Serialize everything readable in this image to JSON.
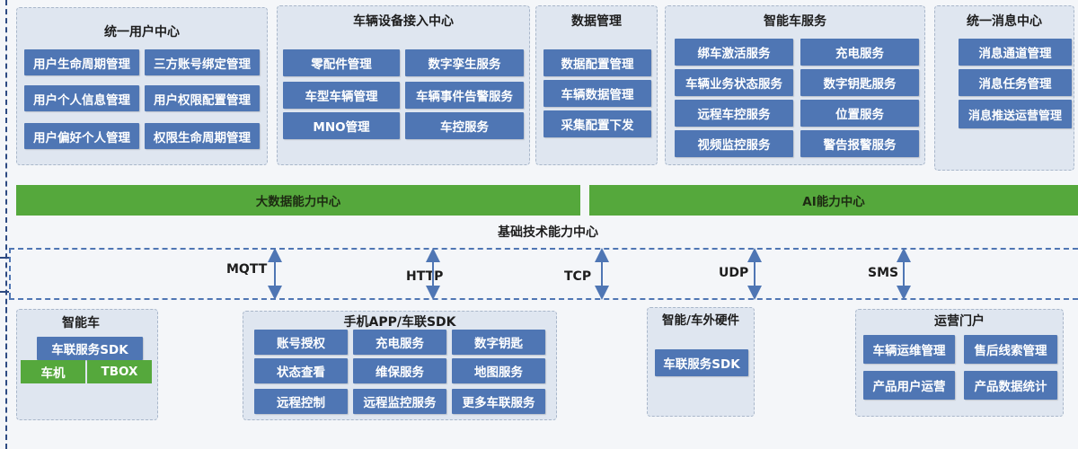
{
  "user_center": {
    "title": "统一用户中心",
    "items": [
      "用户生命周期管理",
      "三方账号绑定管理",
      "用户个人信息管理",
      "用户权限配置管理",
      "用户偏好个人管理",
      "权限生命周期管理"
    ]
  },
  "device_center": {
    "title": "车辆设备接入中心",
    "items": [
      "零配件管理",
      "数字孪生服务",
      "车型车辆管理",
      "车辆事件告警服务",
      "MNO管理",
      "车控服务"
    ]
  },
  "data_mgmt": {
    "title": "数据管理",
    "items": [
      "数据配置管理",
      "车辆数据管理",
      "采集配置下发"
    ]
  },
  "smart_service": {
    "title": "智能车服务",
    "items": [
      "绑车激活服务",
      "充电服务",
      "车辆业务状态服务",
      "数字钥匙服务",
      "远程车控服务",
      "位置服务",
      "视频监控服务",
      "警告报警服务"
    ]
  },
  "message_center": {
    "title": "统一消息中心",
    "items": [
      "消息通道管理",
      "消息任务管理",
      "消息推送运营管理"
    ]
  },
  "bigdata": {
    "label": "大数据能力中心"
  },
  "ai": {
    "label": "AI能力中心"
  },
  "base_tech": {
    "label": "基础技术能力中心"
  },
  "protocols": [
    "MQTT",
    "HTTP",
    "TCP",
    "UDP",
    "SMS"
  ],
  "smart_car": {
    "title": "智能车",
    "sdk": "车联服务SDK",
    "head_unit": "车机",
    "tbox": "TBOX"
  },
  "mobile_sdk": {
    "title": "手机APP/车联SDK",
    "items": [
      "账号授权",
      "充电服务",
      "数字钥匙",
      "状态查看",
      "维保服务",
      "地图服务",
      "远程控制",
      "远程监控服务",
      "更多车联服务"
    ]
  },
  "hardware": {
    "title": "智能/车外硬件",
    "sdk": "车联服务SDK"
  },
  "ops_portal": {
    "title": "运营门户",
    "items": [
      "车辆运维管理",
      "售后线索管理",
      "产品用户运营",
      "产品数据统计"
    ]
  },
  "colors": {
    "blue": "#4f76b4",
    "green": "#55a83c",
    "panel": "#dfe6f0"
  }
}
